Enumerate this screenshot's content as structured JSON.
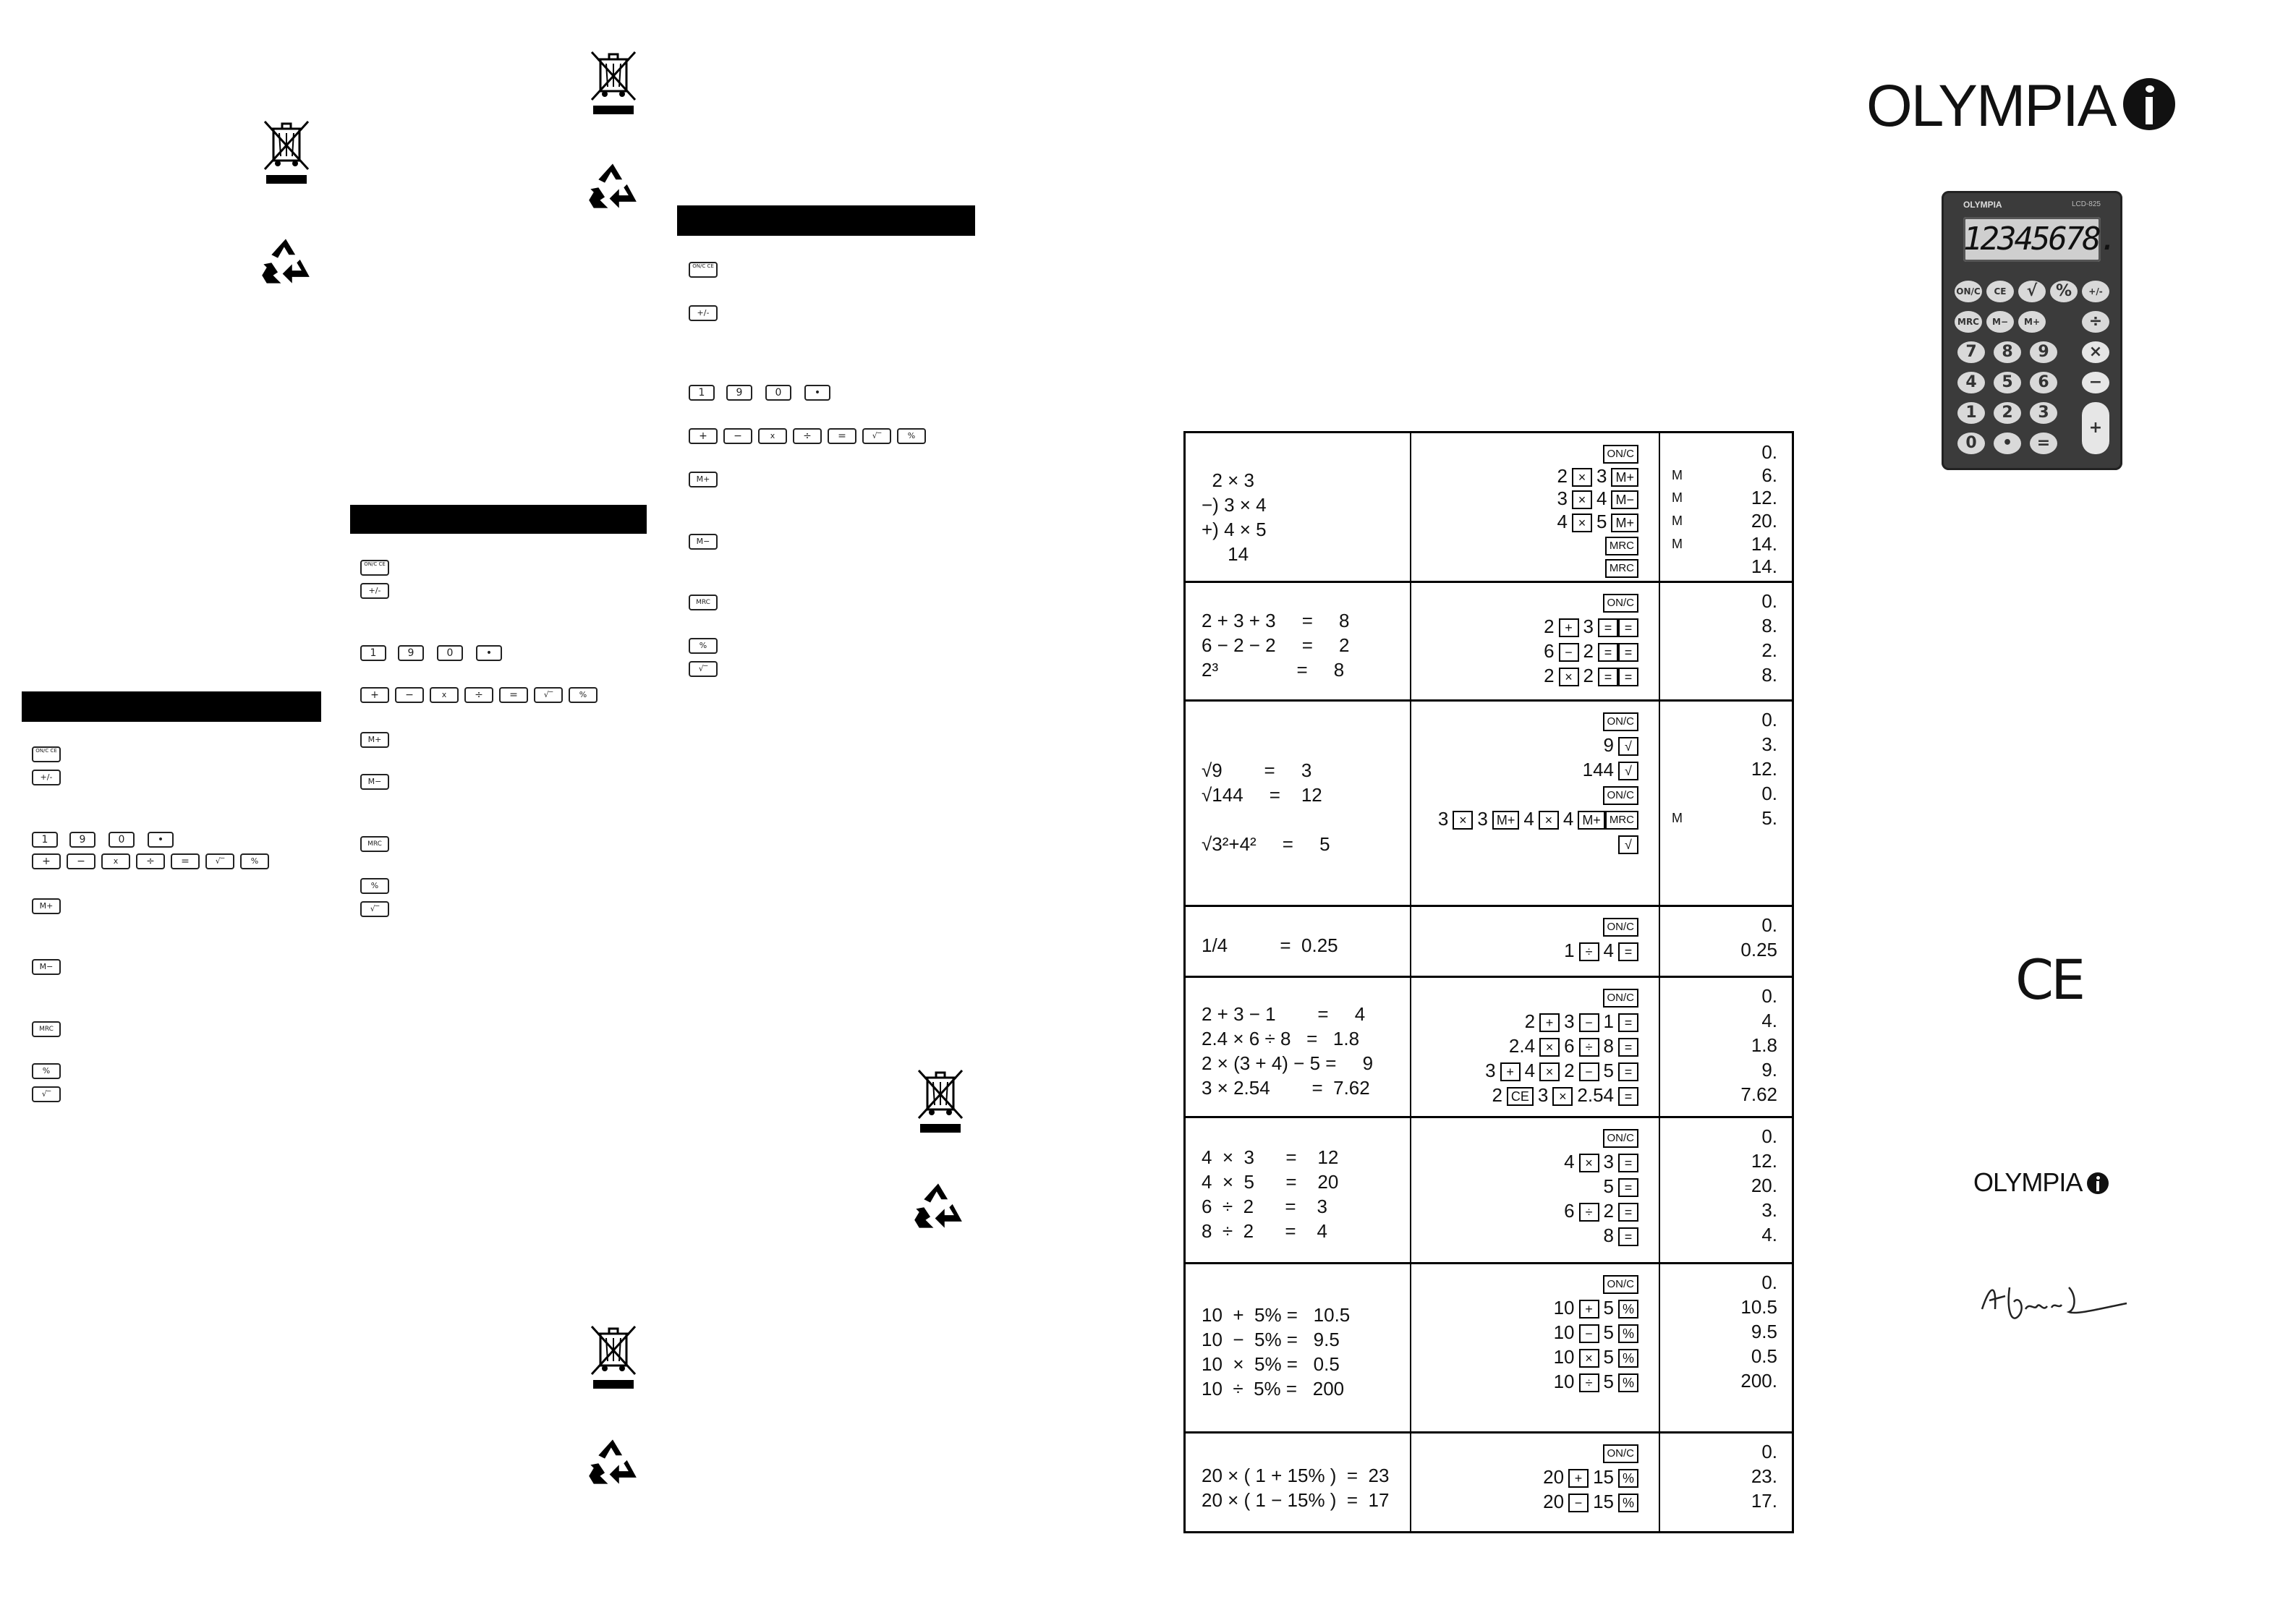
{
  "keys": {
    "onc": "ON/C CE",
    "plusminus": "+/-",
    "digits": [
      "1",
      "9",
      "0",
      "•"
    ],
    "ops": [
      "+",
      "−",
      "x",
      "÷",
      "=",
      "√‾",
      "%"
    ],
    "mplus": "M+",
    "mminus": "M−",
    "mrc": "MRC",
    "percent": "%",
    "sqrt": "√‾"
  },
  "brand": {
    "logo": "OLYMPIA",
    "logo_small": "OLYMPIA",
    "ce_mark": "CE"
  },
  "calculator": {
    "brand": "OLYMPIA",
    "model": "LCD-825",
    "display": "12345678.",
    "rows": [
      [
        "ON/C",
        "CE",
        "√",
        "%",
        "+/-"
      ],
      [
        "MRC",
        "M−",
        "M+",
        "÷"
      ],
      [
        "7",
        "8",
        "9",
        "×"
      ],
      [
        "4",
        "5",
        "6",
        "−"
      ],
      [
        "1",
        "2",
        "3",
        "+"
      ],
      [
        "0",
        "•",
        "="
      ]
    ]
  },
  "table": {
    "sections": [
      {
        "left": [
          "  2 × 3",
          "−) 3 × 4",
          "+) 4 × 5",
          "     14"
        ],
        "mid": [
          [
            "ON/C"
          ],
          [
            "2",
            "×",
            "3",
            "M+"
          ],
          [
            "3",
            "×",
            "4",
            "M−"
          ],
          [
            "4",
            "×",
            "5",
            "M+"
          ],
          [
            "MRC"
          ],
          [
            "MRC"
          ]
        ],
        "m": [
          "",
          "M",
          "M",
          "M",
          "M",
          ""
        ],
        "right": [
          "0.",
          "6.",
          "12.",
          "20.",
          "14.",
          "14."
        ]
      },
      {
        "left": [
          "2 + 3 + 3     =     8",
          "6 − 2 − 2     =     2",
          "2³               =     8"
        ],
        "mid": [
          [
            "ON/C"
          ],
          [
            "2",
            "+",
            "3",
            "=",
            "="
          ],
          [
            "6",
            "−",
            "2",
            "=",
            "="
          ],
          [
            "2",
            "×",
            "2",
            "=",
            "="
          ]
        ],
        "right": [
          "0.",
          "8.",
          "2.",
          "8."
        ]
      },
      {
        "left": [
          "√9        =     3",
          "√144     =    12",
          "",
          "√3²+4²     =     5"
        ],
        "mid": [
          [
            "ON/C"
          ],
          [
            "9",
            "√"
          ],
          [
            "144",
            "√"
          ],
          [
            "ON/C"
          ],
          [
            "3",
            "×",
            "3",
            "M+",
            "4",
            "×",
            "4",
            "M+",
            "MRC"
          ],
          [
            "√"
          ]
        ],
        "m": [
          "",
          "",
          "",
          "",
          "M"
        ],
        "right": [
          "0.",
          "3.",
          "12.",
          "0.",
          "5."
        ]
      },
      {
        "left": [
          "1/4          =  0.25"
        ],
        "mid": [
          [
            "ON/C"
          ],
          [
            "1",
            "÷",
            "4",
            "="
          ]
        ],
        "right": [
          "0.",
          "0.25"
        ]
      },
      {
        "left": [
          "2 + 3 − 1        =     4",
          "2.4 × 6 ÷ 8   =   1.8",
          "2 × (3 + 4) − 5 =     9",
          "3 × 2.54        =  7.62"
        ],
        "mid": [
          [
            "ON/C"
          ],
          [
            "2",
            "+",
            "3",
            "−",
            "1",
            "="
          ],
          [
            "2.4",
            "×",
            "6",
            "÷",
            "8",
            "="
          ],
          [
            "3",
            "+",
            "4",
            "×",
            "2",
            "−",
            "5",
            "="
          ],
          [
            "2",
            "CE",
            "3",
            "×",
            "2.54",
            "="
          ]
        ],
        "right": [
          "0.",
          "4.",
          "1.8",
          "9.",
          "7.62"
        ]
      },
      {
        "left": [
          "4  ×  3      =    12",
          "4  ×  5      =    20",
          "6  ÷  2      =    3",
          "8  ÷  2      =    4"
        ],
        "mid": [
          [
            "ON/C"
          ],
          [
            "4",
            "×",
            "3",
            "="
          ],
          [
            "5",
            "="
          ],
          [
            "6",
            "÷",
            "2",
            "="
          ],
          [
            "8",
            "="
          ]
        ],
        "right": [
          "0.",
          "12.",
          "20.",
          "3.",
          "4."
        ]
      },
      {
        "left": [
          "10  +  5% =   10.5",
          "10  −  5% =   9.5",
          "10  ×  5% =   0.5",
          "10  ÷  5% =   200"
        ],
        "mid": [
          [
            "ON/C"
          ],
          [
            "10",
            "+",
            "5",
            "%"
          ],
          [
            "10",
            "−",
            "5",
            "%"
          ],
          [
            "10",
            "×",
            "5",
            "%"
          ],
          [
            "10",
            "÷",
            "5",
            "%"
          ]
        ],
        "right": [
          "0.",
          "10.5",
          "9.5",
          "0.5",
          "200."
        ]
      },
      {
        "left": [
          "20 × ( 1 + 15% )  =  23",
          "20 × ( 1 − 15% )  =  17"
        ],
        "mid": [
          [
            "ON/C"
          ],
          [
            "20",
            "+",
            "15",
            "%"
          ],
          [
            "20",
            "−",
            "15",
            "%"
          ]
        ],
        "right": [
          "0.",
          "23.",
          "17."
        ]
      }
    ]
  },
  "icons": [
    "weee-bin-icon",
    "recycle-icon",
    "olympia-logo-icon",
    "signature-icon",
    "ce-mark-icon"
  ]
}
